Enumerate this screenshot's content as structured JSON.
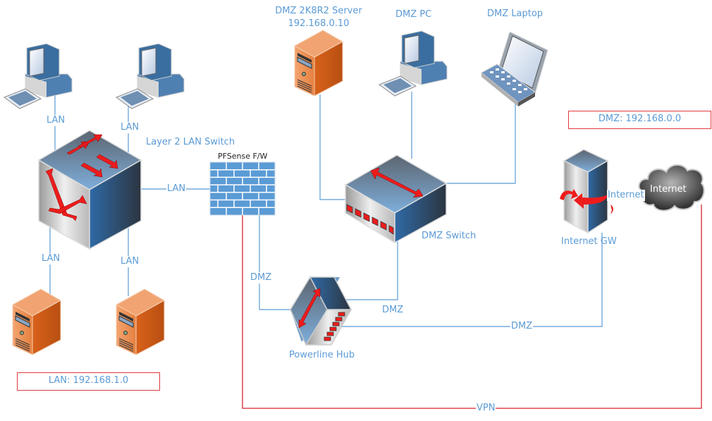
{
  "diagram": {
    "colors": {
      "link": "#5b9bd5",
      "vpn": "#d9222a",
      "label": "#5b9bd5",
      "server_orange": "#e4742b",
      "device_blue": "#3e6f9e",
      "arrow_red": "#ee1c1c"
    },
    "nodes": {
      "lan_pc_1": {
        "type": "desktop-pc",
        "label": ""
      },
      "lan_pc_2": {
        "type": "desktop-pc",
        "label": ""
      },
      "lan_switch": {
        "type": "layer2-switch",
        "label": "Layer 2 LAN Switch"
      },
      "firewall": {
        "type": "firewall",
        "label": "PFSense F/W"
      },
      "lan_server_1": {
        "type": "server",
        "label": ""
      },
      "lan_server_2": {
        "type": "server",
        "label": ""
      },
      "dmz_server": {
        "type": "server",
        "label_line1": "DMZ 2K8R2 Server",
        "label_line2": "192.168.0.10"
      },
      "dmz_pc": {
        "type": "desktop-pc",
        "label": "DMZ PC"
      },
      "dmz_laptop": {
        "type": "laptop",
        "label": "DMZ Laptop"
      },
      "dmz_switch": {
        "type": "workgroup-switch",
        "label": "DMZ Switch"
      },
      "powerline_hub": {
        "type": "hub",
        "label": "Powerline Hub"
      },
      "internet_gw": {
        "type": "router",
        "label": "Internet GW"
      },
      "internet_cloud": {
        "type": "cloud",
        "label": "Internet"
      }
    },
    "links": [
      {
        "from": "lan_pc_1",
        "to": "lan_switch",
        "label": "LAN"
      },
      {
        "from": "lan_pc_2",
        "to": "lan_switch",
        "label": "LAN"
      },
      {
        "from": "lan_switch",
        "to": "firewall",
        "label": "LAN"
      },
      {
        "from": "lan_switch",
        "to": "lan_server_1",
        "label": "LAN"
      },
      {
        "from": "lan_switch",
        "to": "lan_server_2",
        "label": "LAN"
      },
      {
        "from": "firewall",
        "to": "powerline_hub",
        "label": "DMZ"
      },
      {
        "from": "dmz_switch",
        "to": "powerline_hub",
        "label": "DMZ"
      },
      {
        "from": "powerline_hub",
        "to": "internet_gw",
        "label": "DMZ"
      },
      {
        "from": "internet_gw",
        "to": "internet_cloud",
        "label": "Internet"
      },
      {
        "from": "firewall",
        "to": "internet_cloud",
        "label": "VPN"
      },
      {
        "from": "dmz_server",
        "to": "dmz_switch",
        "label": ""
      },
      {
        "from": "dmz_pc",
        "to": "dmz_switch",
        "label": ""
      },
      {
        "from": "dmz_laptop",
        "to": "dmz_switch",
        "label": ""
      }
    ],
    "network_boxes": {
      "lan": "LAN: 192.168.1.0",
      "dmz": "DMZ: 192.168.0.0"
    }
  }
}
